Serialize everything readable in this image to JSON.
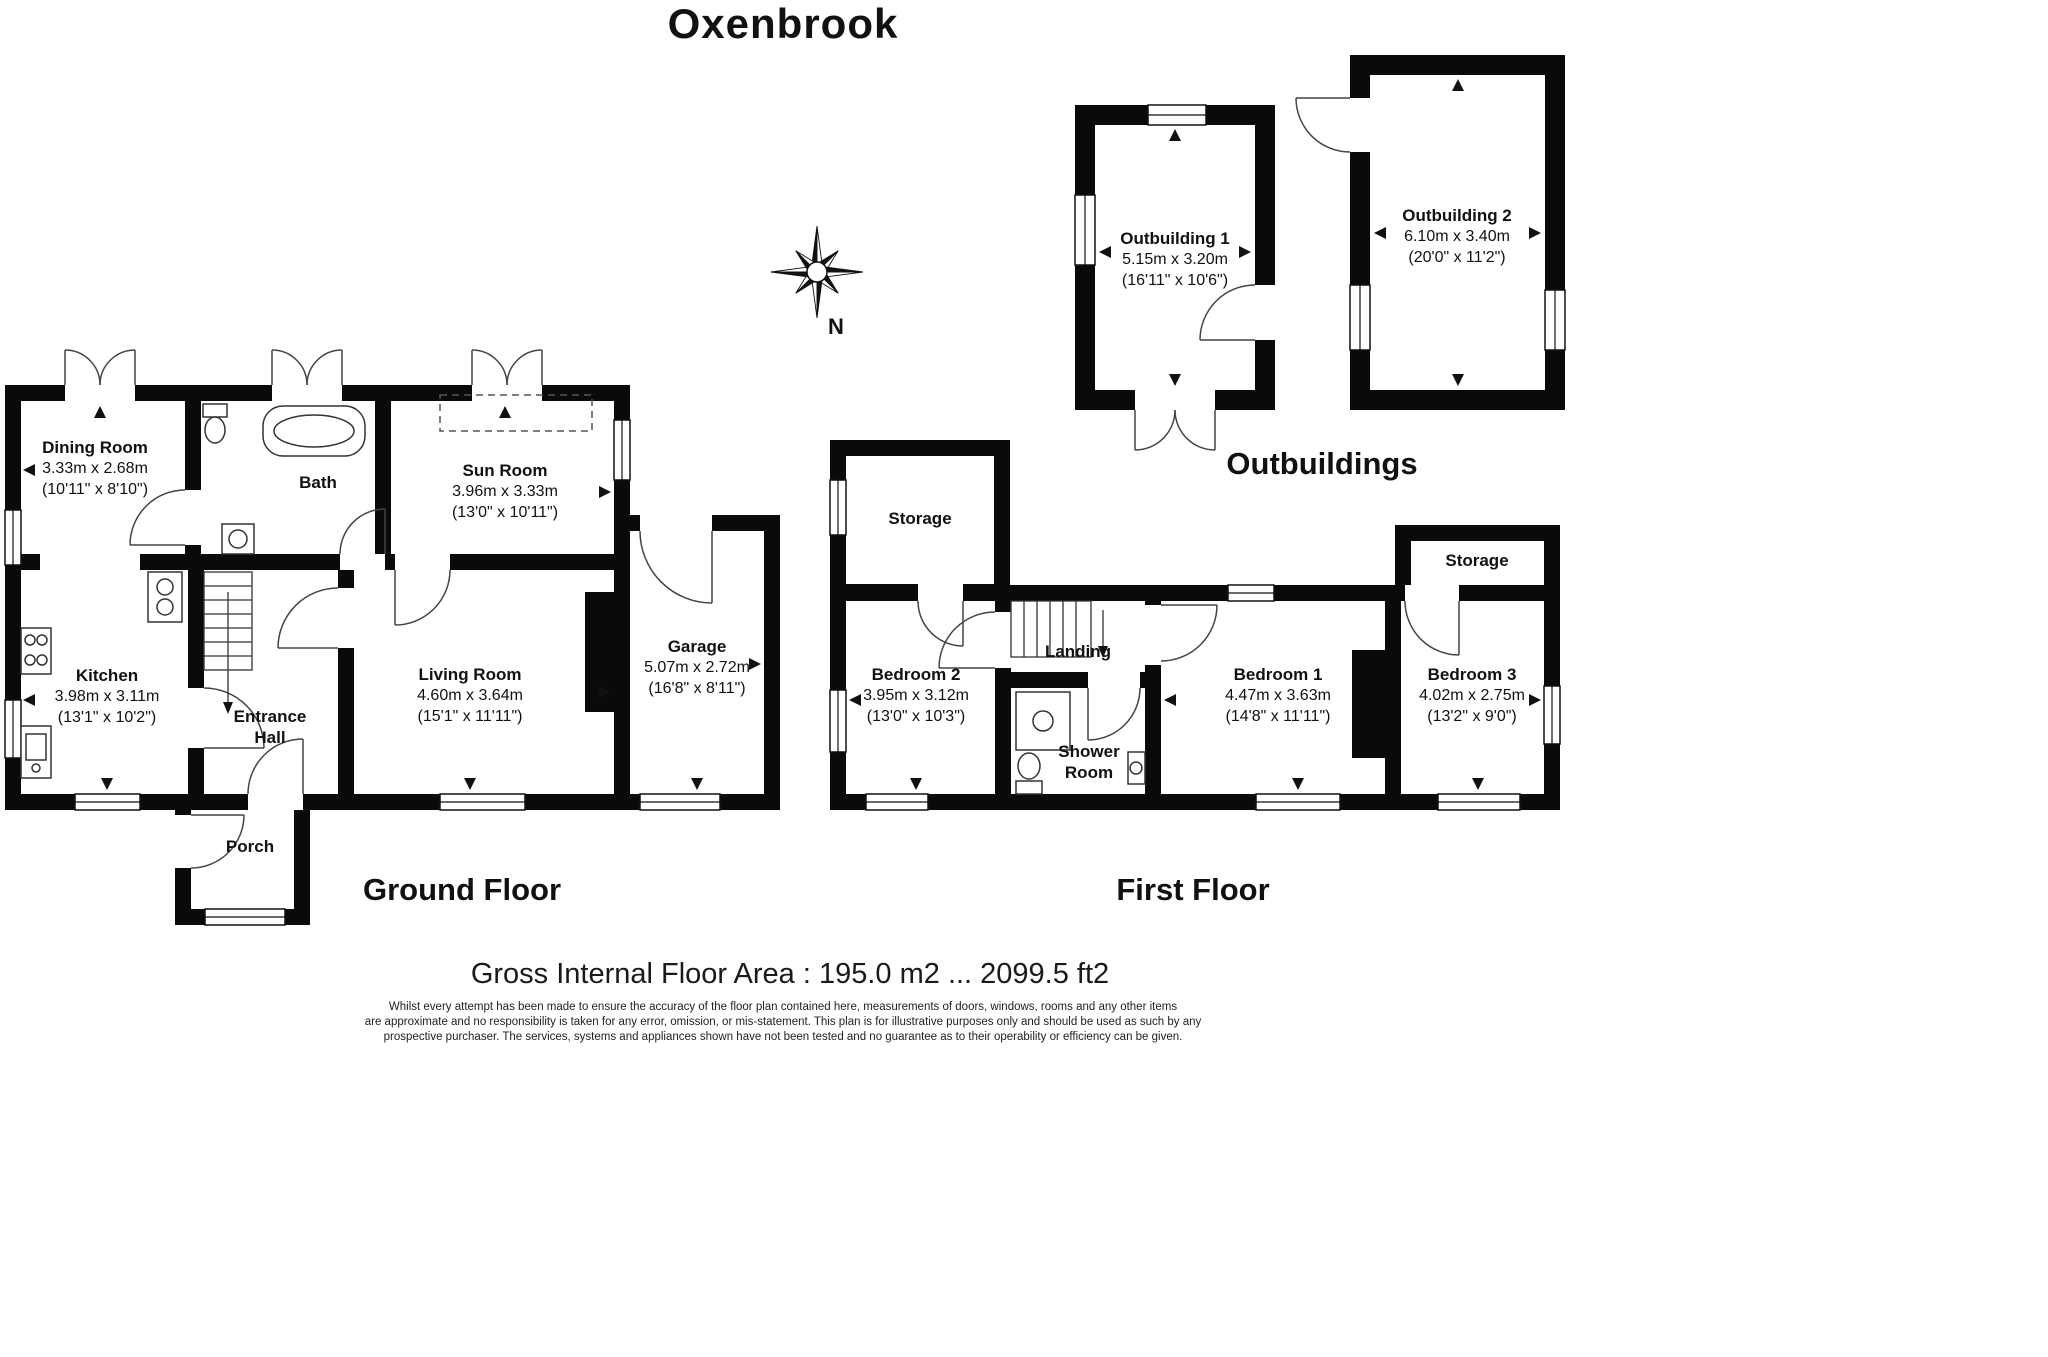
{
  "title": "Oxenbrook",
  "compass_label": "N",
  "ground": {
    "label": "Ground Floor",
    "dining": {
      "name": "Dining Room",
      "m": "3.33m x 2.68m",
      "ft": "(10'11\" x 8'10\")"
    },
    "bath": {
      "name": "Bath"
    },
    "sun": {
      "name": "Sun Room",
      "m": "3.96m x 3.33m",
      "ft": "(13'0\" x 10'11\")"
    },
    "kitchen": {
      "name": "Kitchen",
      "m": "3.98m x 3.11m",
      "ft": "(13'1\" x 10'2\")"
    },
    "hall": {
      "line1": "Entrance",
      "line2": "Hall"
    },
    "living": {
      "name": "Living Room",
      "m": "4.60m x 3.64m",
      "ft": "(15'1\" x 11'11\")"
    },
    "garage": {
      "name": "Garage",
      "m": "5.07m x 2.72m",
      "ft": "(16'8\" x 8'11\")"
    },
    "porch": {
      "name": "Porch"
    }
  },
  "first": {
    "label": "First Floor",
    "storage_left": {
      "name": "Storage"
    },
    "bedroom2": {
      "name": "Bedroom 2",
      "m": "3.95m x 3.12m",
      "ft": "(13'0\" x 10'3\")"
    },
    "landing": {
      "name": "Landing"
    },
    "shower": {
      "line1": "Shower",
      "line2": "Room"
    },
    "bedroom1": {
      "name": "Bedroom 1",
      "m": "4.47m x 3.63m",
      "ft": "(14'8\" x 11'11\")"
    },
    "bedroom3": {
      "name": "Bedroom 3",
      "m": "4.02m x 2.75m",
      "ft": "(13'2\" x 9'0\")"
    },
    "storage_right": {
      "name": "Storage"
    }
  },
  "outbuildings": {
    "label": "Outbuildings",
    "outbuilding1": {
      "name": "Outbuilding 1",
      "m": "5.15m x 3.20m",
      "ft": "(16'11\" x 10'6\")"
    },
    "outbuilding2": {
      "name": "Outbuilding 2",
      "m": "6.10m x 3.40m",
      "ft": "(20'0\" x 11'2\")"
    }
  },
  "footer": {
    "area": "Gross Internal Floor Area : 195.0 m2 ... 2099.5 ft2",
    "disclaimer1": "Whilst every attempt has been made to ensure the accuracy of the floor plan contained here, measurements of doors, windows, rooms and any other items",
    "disclaimer2": "are approximate and no responsibility is taken for any error, omission, or mis-statement. This plan is for illustrative purposes only and should be used as such by any",
    "disclaimer3": "prospective purchaser. The services, systems and appliances shown have not been tested and no guarantee as to their operability or efficiency can be given."
  },
  "colors": {
    "wall": "#0a0a0a",
    "background": "#ffffff"
  }
}
